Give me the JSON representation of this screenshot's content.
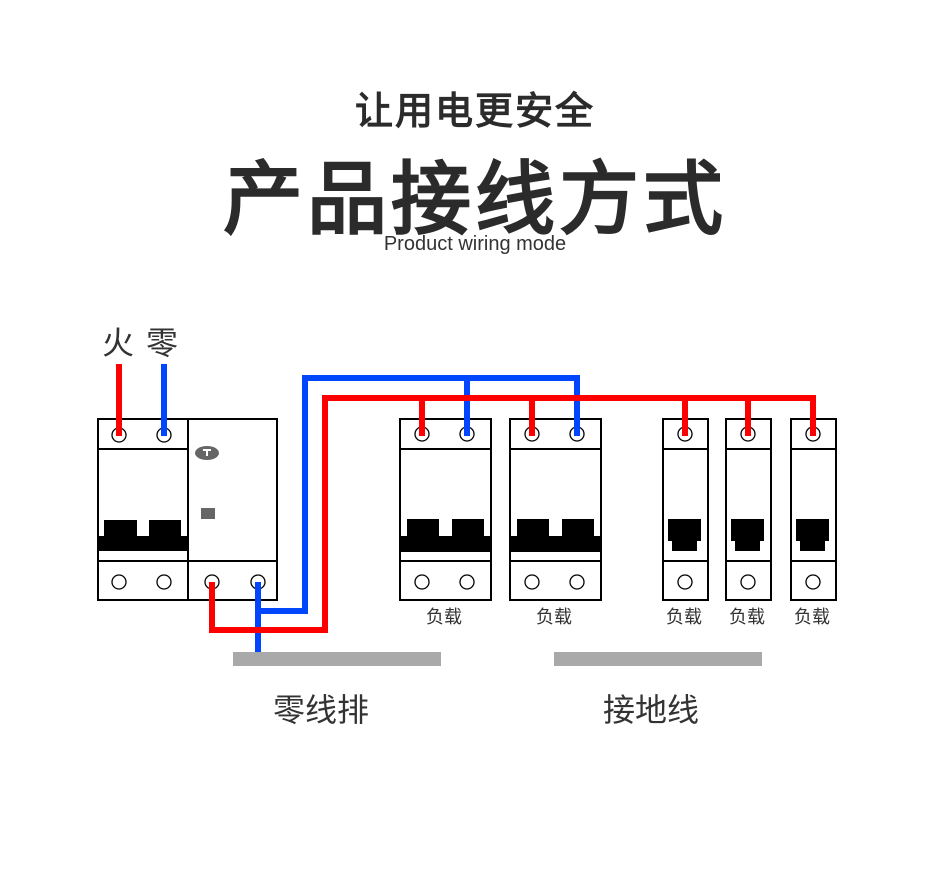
{
  "header": {
    "subtitle": "让用电更安全",
    "title": "产品接线方式",
    "english": "Product wiring mode"
  },
  "diagram": {
    "input_labels": {
      "live": "火",
      "neutral": "零"
    },
    "main_breaker": {
      "type": "2P RCBO (leakage protector)",
      "test_button_icon": "T"
    },
    "loads": [
      {
        "label": "负载",
        "poles": 2
      },
      {
        "label": "负载",
        "poles": 2
      },
      {
        "label": "负载",
        "poles": 1
      },
      {
        "label": "负载",
        "poles": 1
      },
      {
        "label": "负载",
        "poles": 1
      }
    ],
    "bars": {
      "neutral_bar": "零线排",
      "ground_bar": "接地线"
    },
    "colors": {
      "live_wire": "#ff0000",
      "neutral_wire": "#0046ff",
      "bar": "#a9a9a9",
      "outline": "#000000"
    }
  }
}
